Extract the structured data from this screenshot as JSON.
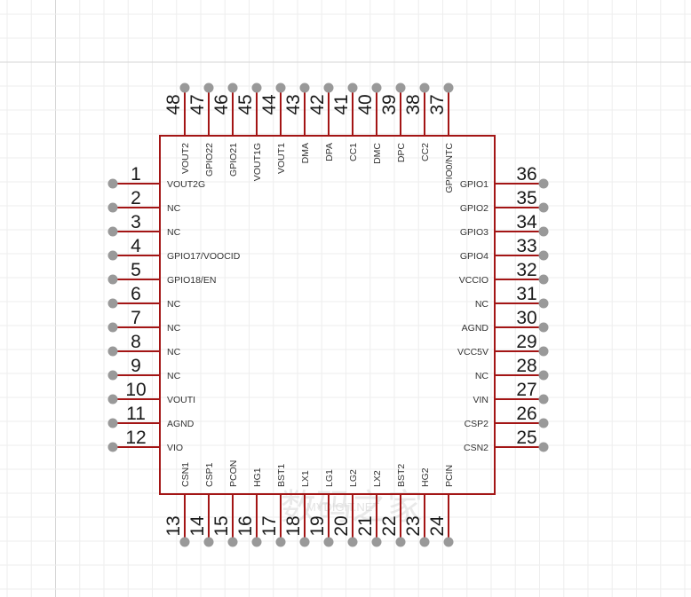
{
  "colors": {
    "grid_minor": "#eeeeee",
    "grid_major": "#d6d6d6",
    "body_outline": "#a31515",
    "pin_line": "#a31515",
    "pin_dot": "#999999",
    "text": "#1a1a1a"
  },
  "pins": {
    "left": [
      {
        "num": "1",
        "name": "VOUT2G"
      },
      {
        "num": "2",
        "name": "NC"
      },
      {
        "num": "3",
        "name": "NC"
      },
      {
        "num": "4",
        "name": "GPIO17/VOOCID"
      },
      {
        "num": "5",
        "name": "GPIO18/EN"
      },
      {
        "num": "6",
        "name": "NC"
      },
      {
        "num": "7",
        "name": "NC"
      },
      {
        "num": "8",
        "name": "NC"
      },
      {
        "num": "9",
        "name": "NC"
      },
      {
        "num": "10",
        "name": "VOUTI"
      },
      {
        "num": "11",
        "name": "AGND"
      },
      {
        "num": "12",
        "name": "VIO"
      }
    ],
    "bottom": [
      {
        "num": "13",
        "name": "CSN1"
      },
      {
        "num": "14",
        "name": "CSP1"
      },
      {
        "num": "15",
        "name": "PCON"
      },
      {
        "num": "16",
        "name": "HG1"
      },
      {
        "num": "17",
        "name": "BST1"
      },
      {
        "num": "18",
        "name": "LX1"
      },
      {
        "num": "19",
        "name": "LG1"
      },
      {
        "num": "20",
        "name": "LG2"
      },
      {
        "num": "21",
        "name": "LX2"
      },
      {
        "num": "22",
        "name": "BST2"
      },
      {
        "num": "23",
        "name": "HG2"
      },
      {
        "num": "24",
        "name": "PCIN"
      }
    ],
    "right": [
      {
        "num": "25",
        "name": "CSN2"
      },
      {
        "num": "26",
        "name": "CSP2"
      },
      {
        "num": "27",
        "name": "VIN"
      },
      {
        "num": "28",
        "name": "NC"
      },
      {
        "num": "29",
        "name": "VCC5V"
      },
      {
        "num": "30",
        "name": "AGND"
      },
      {
        "num": "31",
        "name": "NC"
      },
      {
        "num": "32",
        "name": "VCCIO"
      },
      {
        "num": "33",
        "name": "GPIO4"
      },
      {
        "num": "34",
        "name": "GPIO3"
      },
      {
        "num": "35",
        "name": "GPIO2"
      },
      {
        "num": "36",
        "name": "GPIO1"
      }
    ],
    "top": [
      {
        "num": "37",
        "name": "GPIO0/NTC"
      },
      {
        "num": "38",
        "name": "CC2"
      },
      {
        "num": "39",
        "name": "DPC"
      },
      {
        "num": "40",
        "name": "DMC"
      },
      {
        "num": "41",
        "name": "CC1"
      },
      {
        "num": "42",
        "name": "DPA"
      },
      {
        "num": "43",
        "name": "DMA"
      },
      {
        "num": "44",
        "name": "VOUT1"
      },
      {
        "num": "45",
        "name": "VOUT1G"
      },
      {
        "num": "46",
        "name": "GPIO21"
      },
      {
        "num": "47",
        "name": "GPIO22"
      },
      {
        "num": "48",
        "name": "VOUT2"
      }
    ]
  },
  "watermark": {
    "main": "数码之家",
    "sub": "MYDIGIT.NET"
  }
}
